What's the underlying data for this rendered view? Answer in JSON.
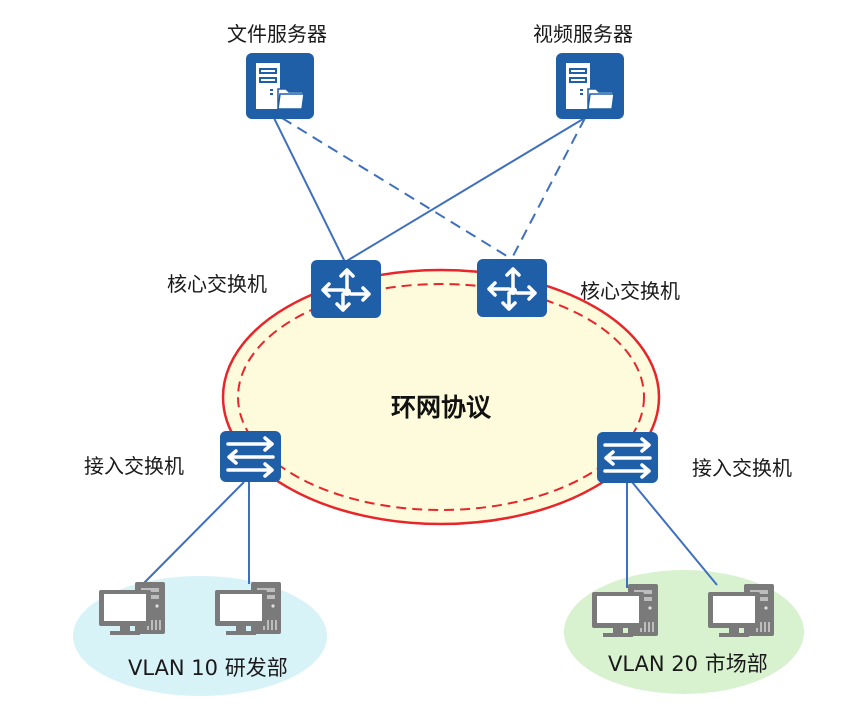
{
  "colors": {
    "device_blue": "#1e5fa8",
    "link_blue": "#3f6fbf",
    "ring_red": "#e8262a",
    "ring_fill": "#fdfbdc",
    "vlan10_fill": "#d7f3f8",
    "vlan20_fill": "#d8f2cf",
    "pc_gray": "#7a7a7a"
  },
  "servers": [
    {
      "id": "file-server",
      "label": "文件服务器",
      "icon": "server-folder-icon"
    },
    {
      "id": "video-server",
      "label": "视频服务器",
      "icon": "server-folder-icon"
    }
  ],
  "core_switches": [
    {
      "id": "core-switch-left",
      "label": "核心交换机",
      "icon": "router-arrows-icon"
    },
    {
      "id": "core-switch-right",
      "label": "核心交换机",
      "icon": "router-arrows-icon"
    }
  ],
  "access_switches": [
    {
      "id": "access-switch-left",
      "label": "接入交换机",
      "icon": "switch-arrows-icon"
    },
    {
      "id": "access-switch-right",
      "label": "接入交换机",
      "icon": "switch-arrows-icon"
    }
  ],
  "ring": {
    "label": "环网协议"
  },
  "vlans": [
    {
      "id": "vlan-10",
      "label": "VLAN 10 研发部",
      "pcs": 2
    },
    {
      "id": "vlan-20",
      "label": "VLAN 20 市场部",
      "pcs": 2
    }
  ],
  "links": [
    {
      "from": "file-server",
      "to": "core-switch-left",
      "style": "solid"
    },
    {
      "from": "file-server",
      "to": "core-switch-right",
      "style": "dashed"
    },
    {
      "from": "video-server",
      "to": "core-switch-left",
      "style": "solid"
    },
    {
      "from": "video-server",
      "to": "core-switch-right",
      "style": "dashed"
    },
    {
      "from": "access-switch-left",
      "to": "pc-1",
      "style": "solid"
    },
    {
      "from": "access-switch-left",
      "to": "pc-2",
      "style": "solid"
    },
    {
      "from": "access-switch-right",
      "to": "pc-3",
      "style": "solid"
    },
    {
      "from": "access-switch-right",
      "to": "pc-4",
      "style": "solid"
    }
  ]
}
